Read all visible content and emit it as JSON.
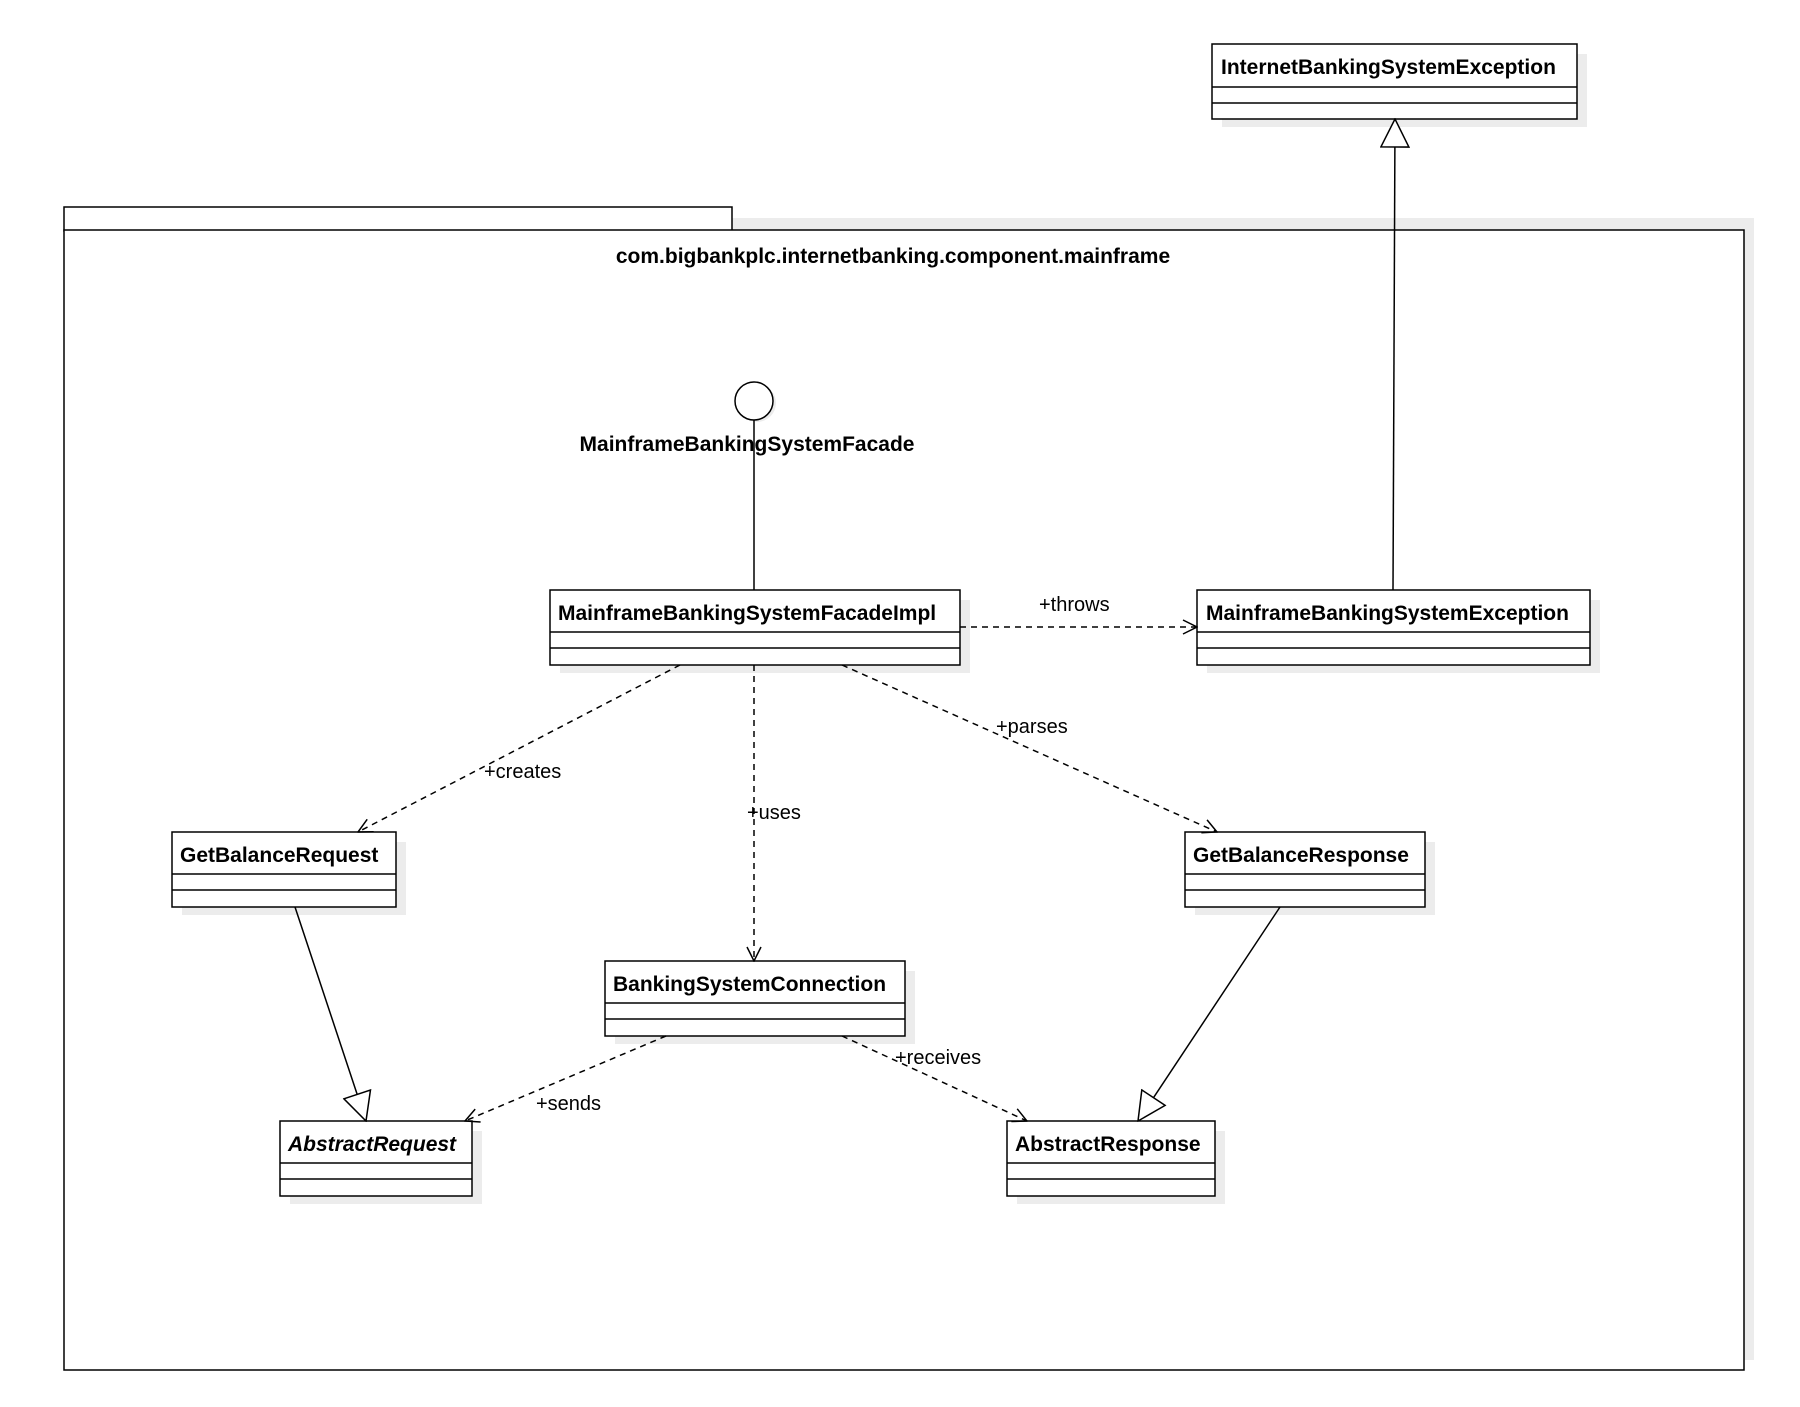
{
  "package": {
    "name": "com.bigbankplc.internetbanking.component.mainframe"
  },
  "interface": {
    "name": "MainframeBankingSystemFacade"
  },
  "classes": {
    "internet_exception": {
      "name": "InternetBankingSystemException",
      "abstract": false
    },
    "facade_impl": {
      "name": "MainframeBankingSystemFacadeImpl",
      "abstract": false
    },
    "mainframe_exception": {
      "name": "MainframeBankingSystemException",
      "abstract": false
    },
    "get_balance_request": {
      "name": "GetBalanceRequest",
      "abstract": false
    },
    "get_balance_response": {
      "name": "GetBalanceResponse",
      "abstract": false
    },
    "banking_connection": {
      "name": "BankingSystemConnection",
      "abstract": false
    },
    "abstract_request": {
      "name": "AbstractRequest",
      "abstract": true
    },
    "abstract_response": {
      "name": "AbstractResponse",
      "abstract": false
    }
  },
  "relations": {
    "throws": "+throws",
    "creates": "+creates",
    "uses": "+uses",
    "parses": "+parses",
    "sends": "+sends",
    "receives": "+receives"
  },
  "colors": {
    "stroke": "#000000",
    "shadow": "#ececec",
    "background": "#ffffff"
  }
}
